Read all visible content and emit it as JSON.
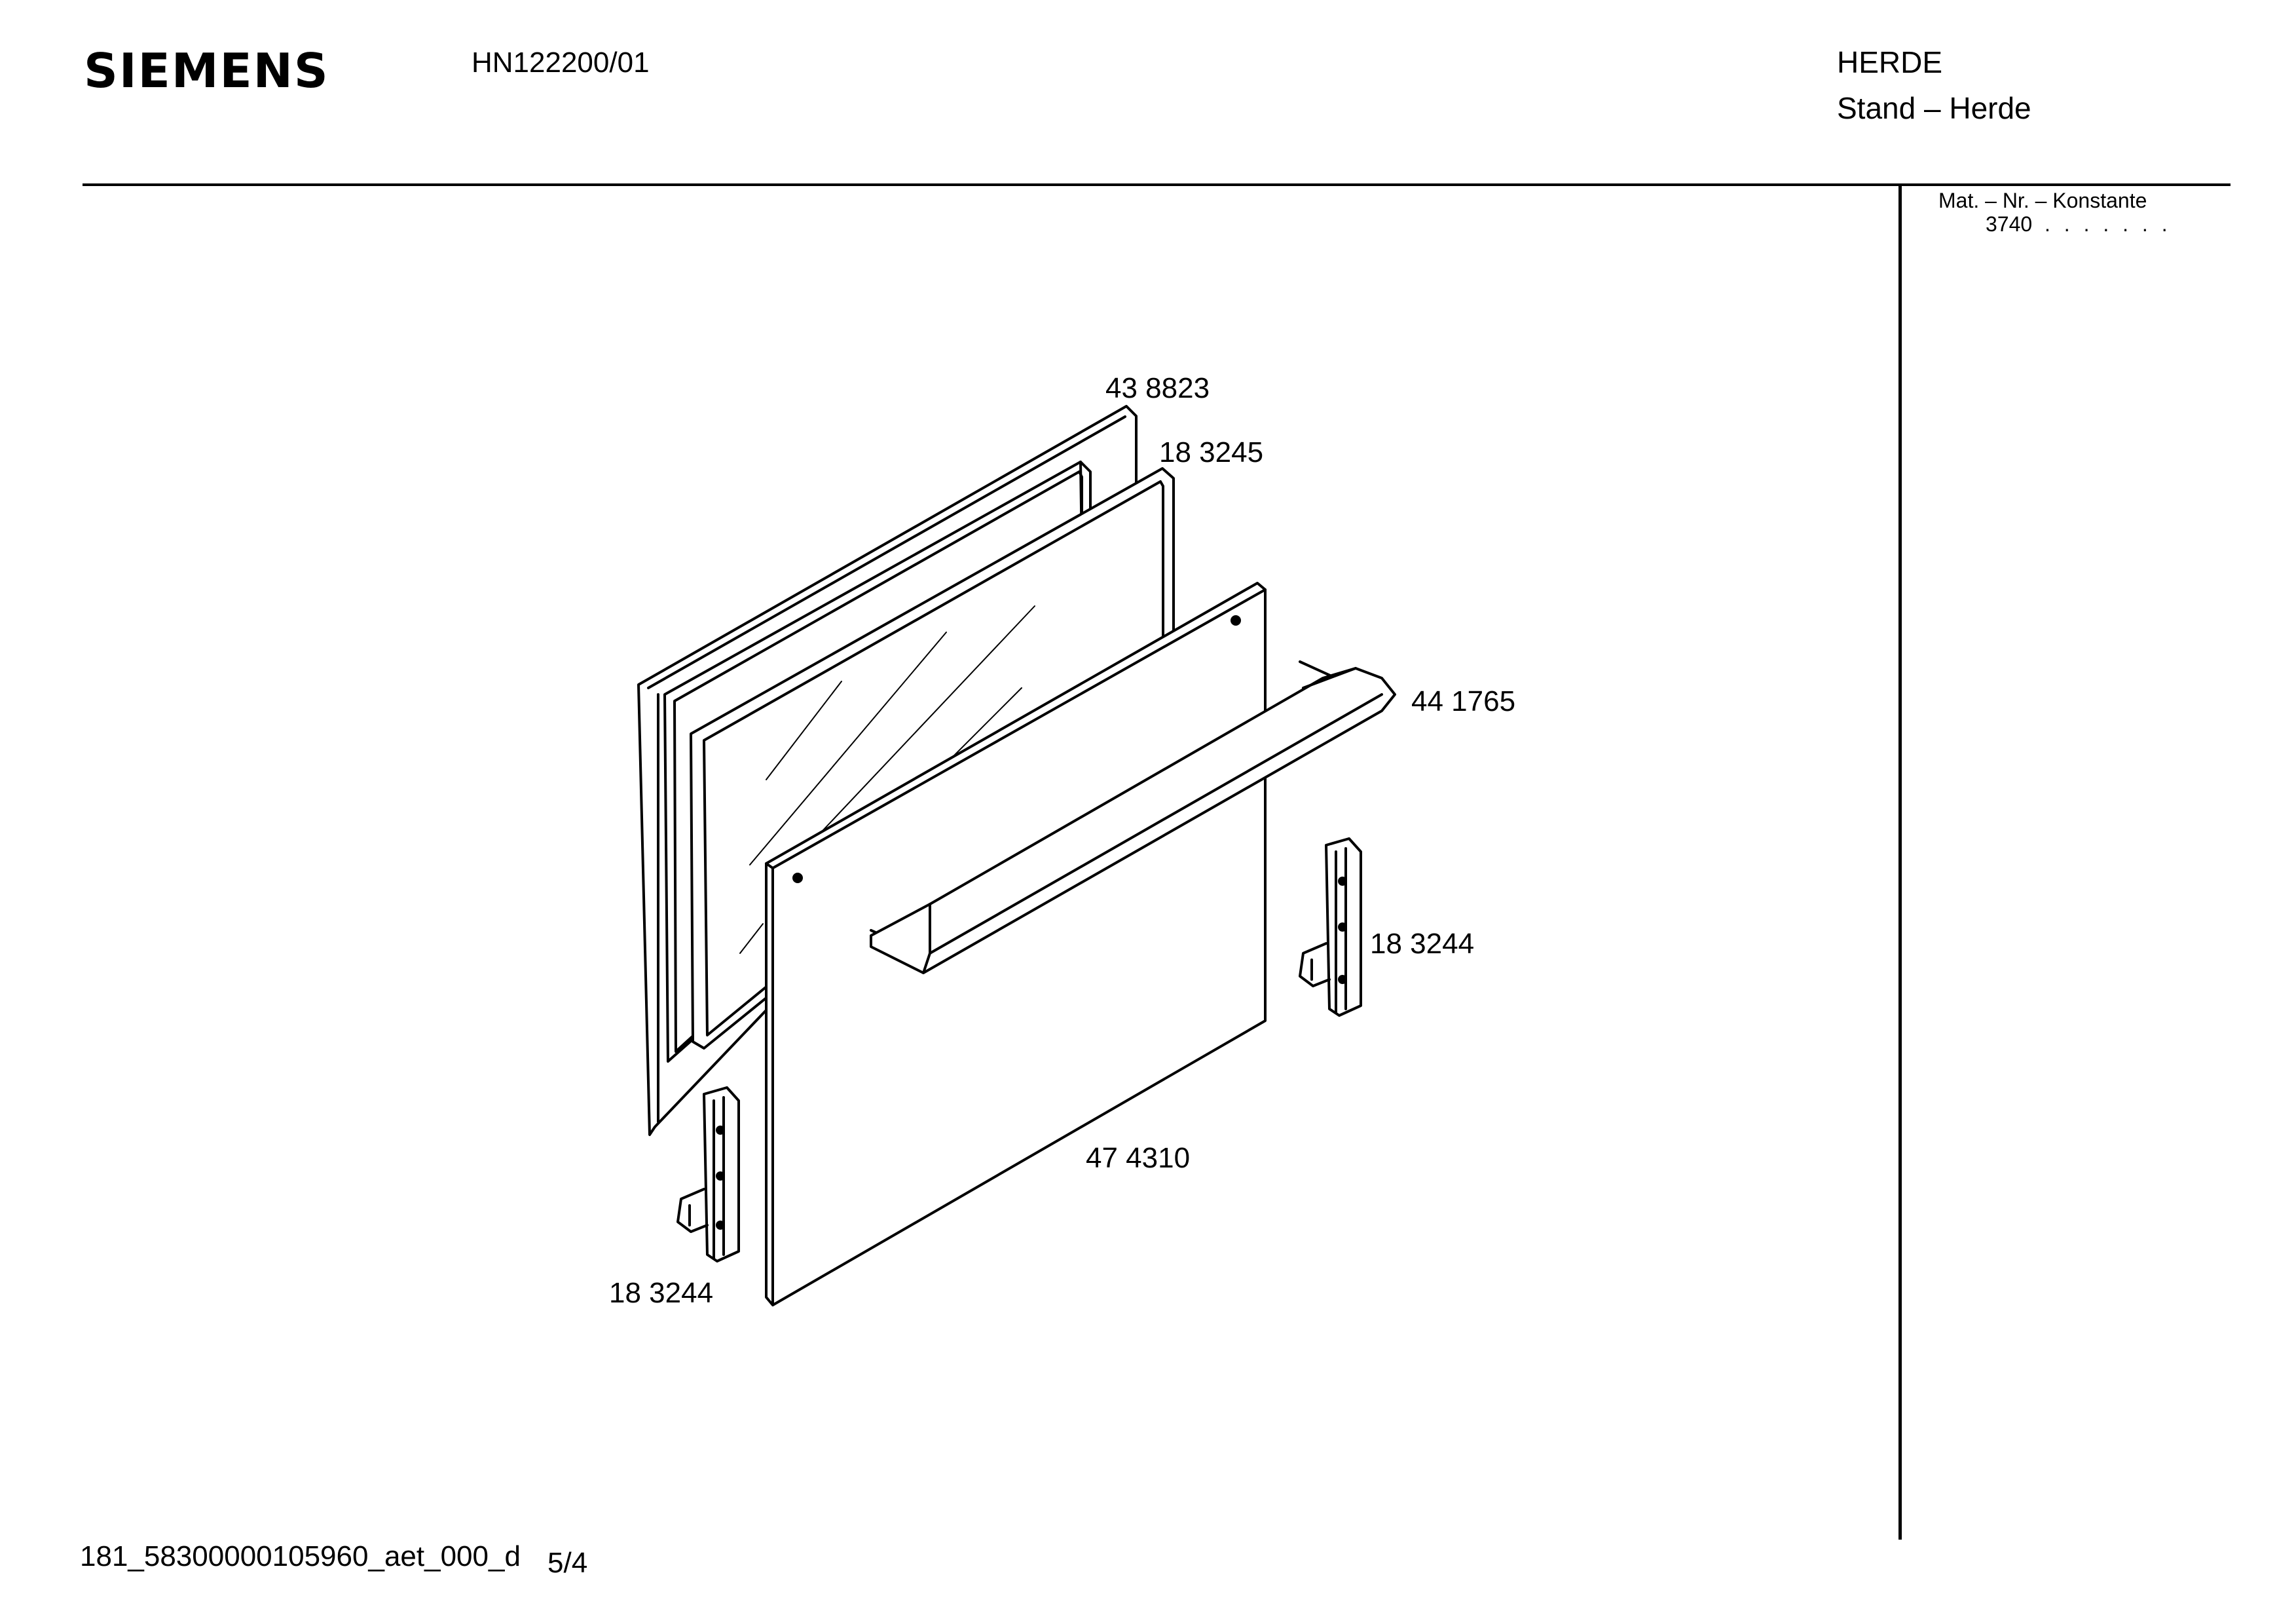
{
  "header": {
    "brand": "SIEMENS",
    "model": "HN122200/01",
    "category": "HERDE",
    "subcategory": "Stand – Herde"
  },
  "sidebar": {
    "mat_label": "Mat. – Nr. – Konstante",
    "mat_value": "3740",
    "mat_dots": ". . . . . . ."
  },
  "parts": {
    "door_frame": "43 8823",
    "inner_glass": "18 3245",
    "handle": "44 1765",
    "hinge_right": "18 3244",
    "outer_panel": "47 4310",
    "hinge_left": "18 3244"
  },
  "footer": {
    "doc_id": "181_58300000105960_aet_000_d",
    "page": "5/4"
  }
}
